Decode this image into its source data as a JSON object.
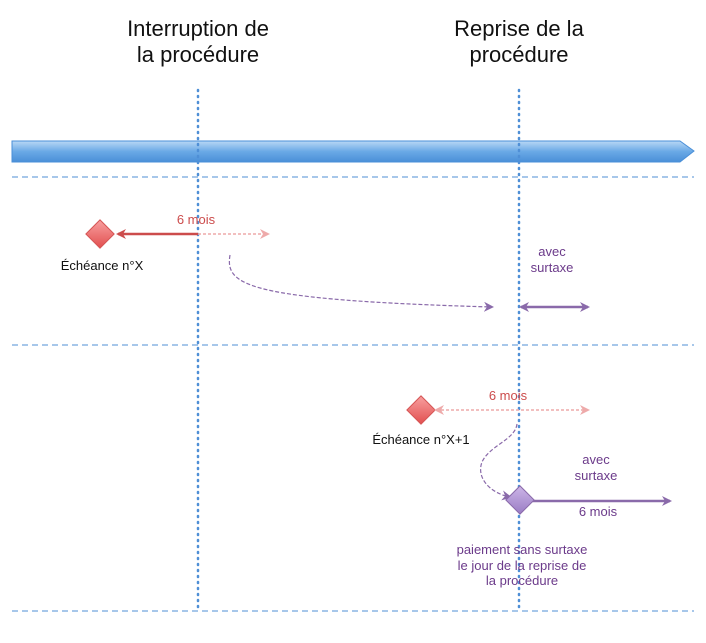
{
  "headers": {
    "interruption": [
      "Interruption de",
      "la procédure"
    ],
    "reprise": [
      "Reprise de la",
      "procédure"
    ]
  },
  "section1": {
    "period_label": "6 mois",
    "deadline_label": "Échéance n°X",
    "surcharge_label": [
      "avec",
      "surtaxe"
    ]
  },
  "section2": {
    "period_label": "6 mois",
    "deadline_label": "Échéance n°X+1",
    "surcharge_label": [
      "avec",
      "surtaxe"
    ],
    "after_label": "6 mois",
    "payment_note": [
      "paiement sans surtaxe",
      "le jour de la reprise de",
      "la procédure"
    ]
  },
  "colors": {
    "timeline_bar": "#5b9fe0",
    "guide_lines": "#4f8fd6",
    "red": "#cc4c4c",
    "red_light": "#eeaaaa",
    "purple": "#8a6aaa",
    "diamond_red": "#f06c6c",
    "diamond_purple": "#a68cc8"
  }
}
